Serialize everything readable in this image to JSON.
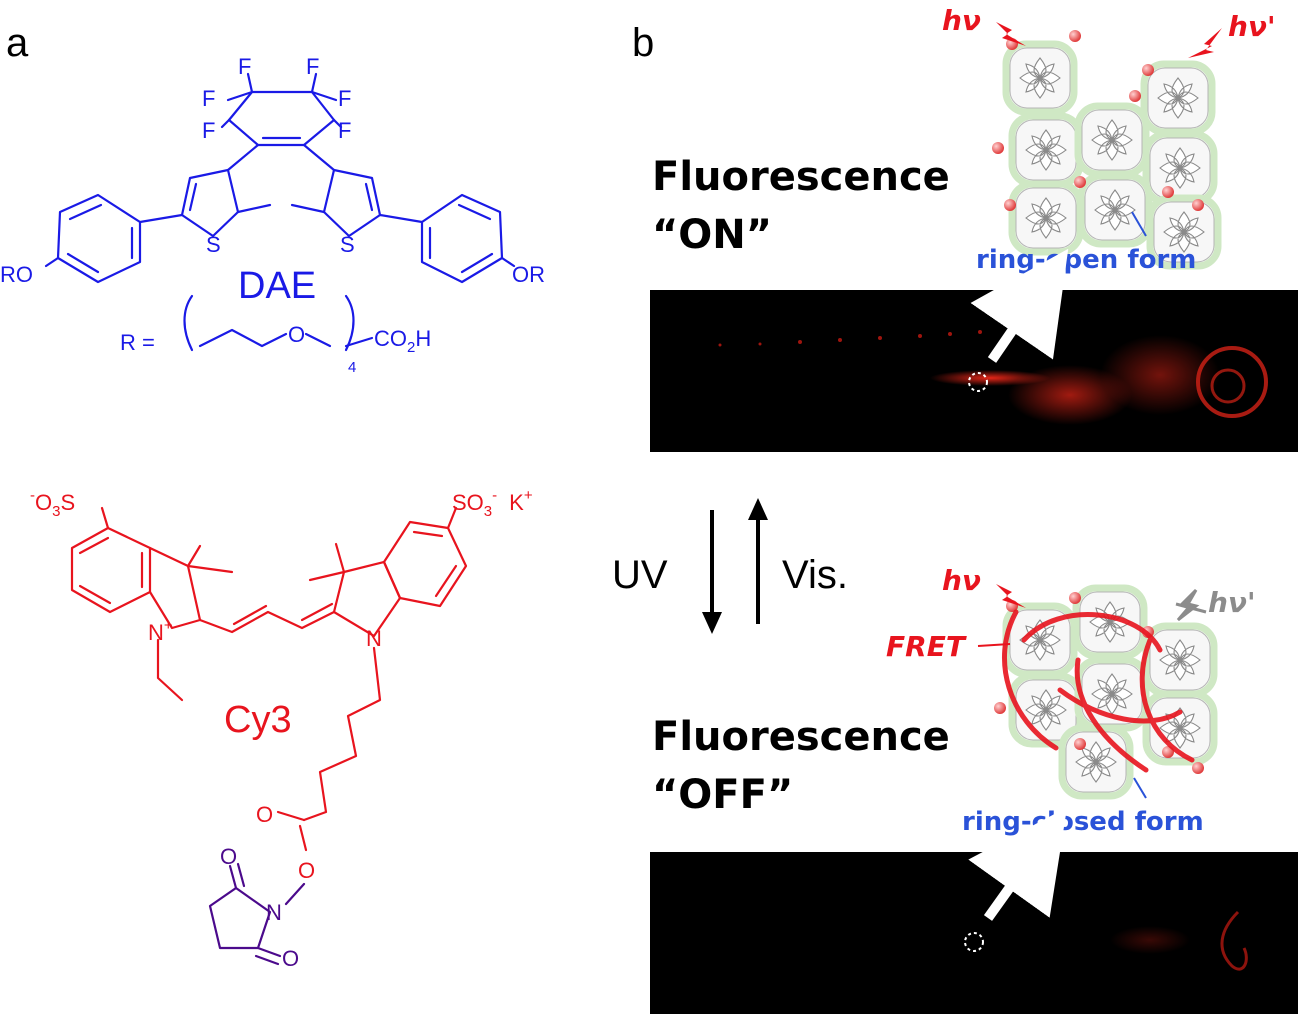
{
  "panel_a": {
    "label": "a",
    "dae": {
      "name": "DAE",
      "fluorines": [
        "F",
        "F",
        "F",
        "F",
        "F",
        "F"
      ],
      "sulfur": "S",
      "ro_left": "RO",
      "or_right": "OR",
      "r_def_prefix": "R =",
      "r_def_o": "O",
      "r_def_sub": "4",
      "r_def_suffix_main": "CO",
      "r_def_suffix_sub": "2",
      "r_def_suffix_end": "H"
    },
    "cy3": {
      "name": "Cy3",
      "so3_left_charge": "-",
      "so3_left_o": "O",
      "so3_left_sub": "3",
      "so3_left_s": "S",
      "so3_right_main": "SO",
      "so3_right_sub": "3",
      "so3_right_charge": "-",
      "counterion_main": "K",
      "counterion_charge": "+",
      "n_left": "N",
      "n_left_charge": "+",
      "n_right": "N",
      "o_ester": "O",
      "o_link": "O",
      "nhs_n": "N",
      "nhs_o_top": "O",
      "nhs_o_bottom": "O"
    },
    "colors": {
      "dae": "#1a1ae6",
      "cy3": "#e8141e",
      "nhs": "#4b0a8c"
    }
  },
  "panel_b": {
    "label": "b",
    "top": {
      "title_line1": "Fluorescence",
      "title_line2": "“ON”",
      "hv": "hν",
      "hv_prime": "hν'",
      "form_label": "ring-open form"
    },
    "middle": {
      "uv": "UV",
      "vis": "Vis."
    },
    "bottom": {
      "title_line1": "Fluorescence",
      "title_line2": "“OFF”",
      "hv": "hν",
      "hv_prime": "hν'",
      "fret": "FRET",
      "form_label": "ring-closed form"
    },
    "colors": {
      "accent_red": "#e8141e",
      "label_blue": "#2a52d8",
      "halo_green": "#cfe8c4"
    }
  }
}
